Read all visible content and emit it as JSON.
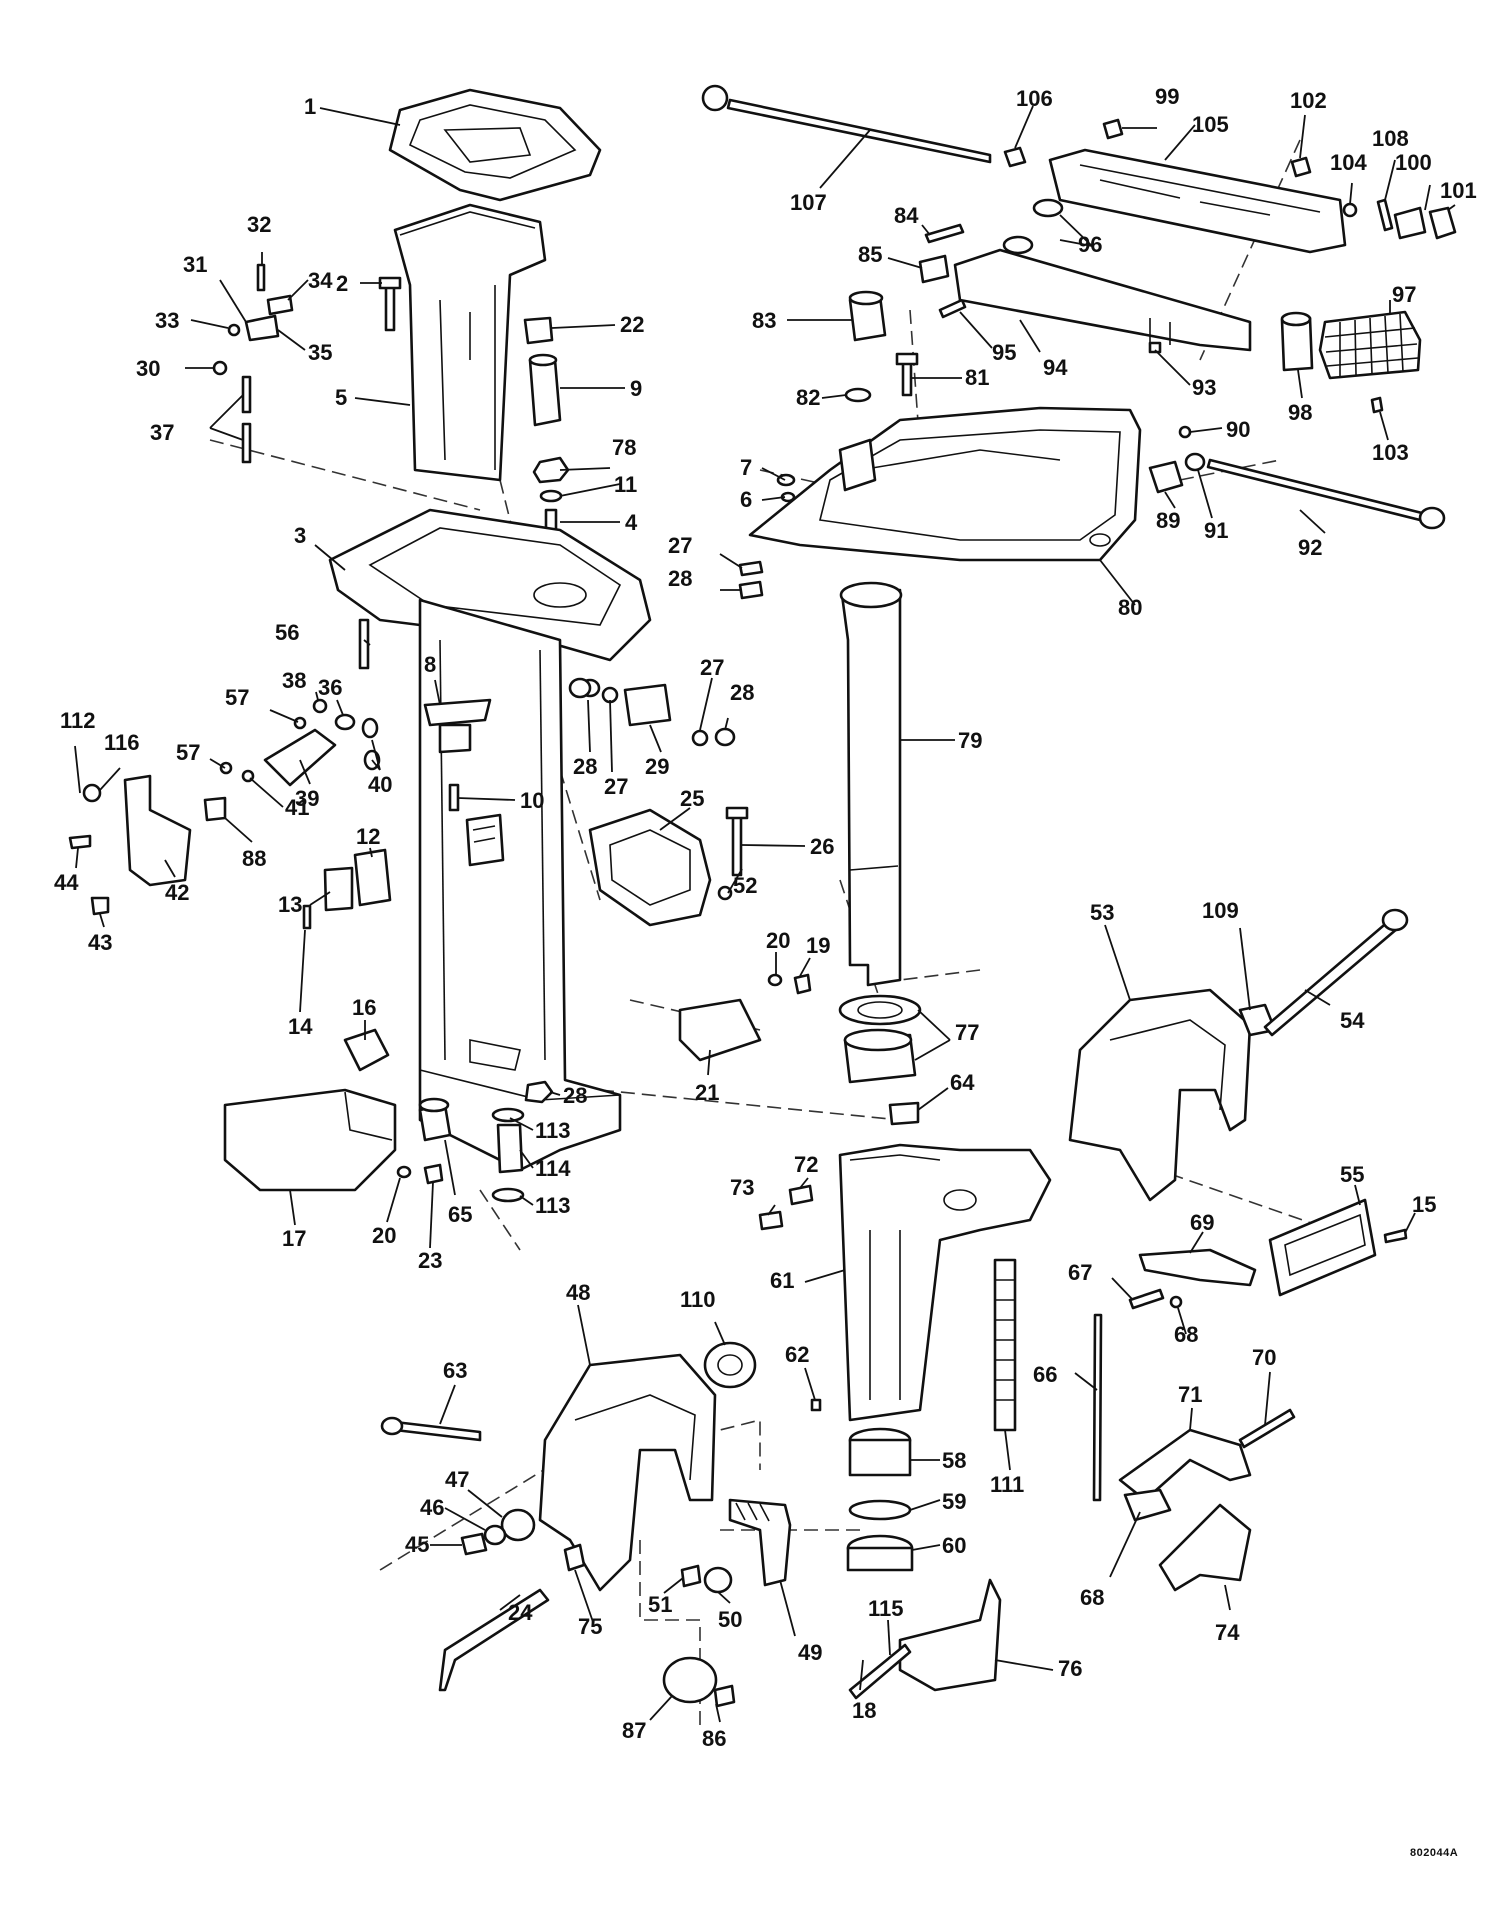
{
  "drawing_code": "802044A",
  "callout_labels": [
    "1",
    "2",
    "3",
    "4",
    "5",
    "6",
    "7",
    "8",
    "9",
    "10",
    "11",
    "12",
    "13",
    "14",
    "15",
    "16",
    "17",
    "18",
    "19",
    "20",
    "20",
    "21",
    "22",
    "23",
    "24",
    "25",
    "26",
    "27",
    "27",
    "27",
    "28",
    "28",
    "28",
    "28",
    "29",
    "30",
    "31",
    "32",
    "33",
    "34",
    "35",
    "36",
    "37",
    "38",
    "39",
    "40",
    "41",
    "42",
    "43",
    "44",
    "45",
    "46",
    "47",
    "48",
    "49",
    "50",
    "51",
    "52",
    "53",
    "54",
    "55",
    "56",
    "57",
    "57",
    "58",
    "59",
    "60",
    "61",
    "62",
    "63",
    "64",
    "65",
    "66",
    "67",
    "68",
    "68",
    "69",
    "70",
    "71",
    "72",
    "73",
    "74",
    "75",
    "76",
    "77",
    "78",
    "79",
    "80",
    "81",
    "82",
    "83",
    "84",
    "85",
    "86",
    "87",
    "88",
    "89",
    "90",
    "91",
    "92",
    "93",
    "94",
    "95",
    "96",
    "97",
    "98",
    "99",
    "100",
    "101",
    "102",
    "103",
    "104",
    "105",
    "106",
    "107",
    "108",
    "109",
    "110",
    "111",
    "112",
    "113",
    "113",
    "114",
    "115",
    "116"
  ]
}
